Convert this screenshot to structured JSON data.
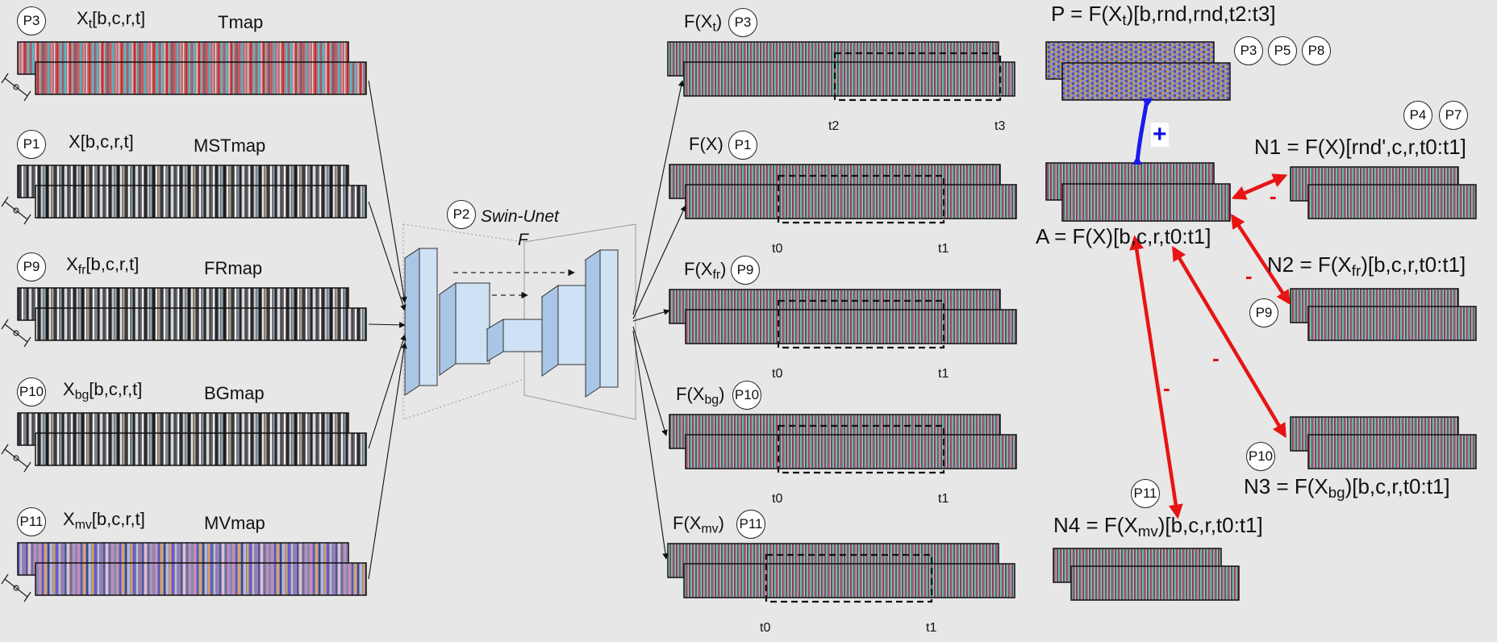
{
  "inputs": [
    {
      "badge": "P3",
      "var": "X",
      "sub": "t",
      "idx": "[b,c,r,t]",
      "map": "Tmap"
    },
    {
      "badge": "P1",
      "var": "X",
      "sub": "",
      "idx": "[b,c,r,t]",
      "map": "MSTmap"
    },
    {
      "badge": "P9",
      "var": "X",
      "sub": "fr",
      "idx": "[b,c,r,t]",
      "map": "FRmap"
    },
    {
      "badge": "P10",
      "var": "X",
      "sub": "bg",
      "idx": "[b,c,r,t]",
      "map": "BGmap"
    },
    {
      "badge": "P11",
      "var": "X",
      "sub": "mv",
      "idx": "[b,c,r,t]",
      "map": "MVmap"
    }
  ],
  "network": {
    "badge": "P2",
    "name": "Swin-Unet",
    "symbol": "F"
  },
  "outputs": [
    {
      "pre": "F(X",
      "sub": "t",
      "post": ")",
      "badge": "P3",
      "tick_start": "t2",
      "tick_end": "t3"
    },
    {
      "pre": "F(X",
      "sub": "",
      "post": ")",
      "badge": "P1",
      "tick_start": "t0",
      "tick_end": "t1"
    },
    {
      "pre": "F(X",
      "sub": "fr",
      "post": ")",
      "badge": "P9",
      "tick_start": "t0",
      "tick_end": "t1"
    },
    {
      "pre": "F(X",
      "sub": "bg",
      "post": ")",
      "badge": "P10",
      "tick_start": "t0",
      "tick_end": "t1"
    },
    {
      "pre": "F(X",
      "sub": "mv",
      "post": ")",
      "badge": "P11",
      "tick_start": "t0",
      "tick_end": "t1"
    }
  ],
  "positive": {
    "pre": "P = F(X",
    "sub": "t",
    "post": ")[b,rnd,rnd,t2:t3]",
    "badges": [
      "P3",
      "P5",
      "P8"
    ]
  },
  "anchor": {
    "pre": "A = F(X)[b,c,r,t0:t1]",
    "sub": "",
    "post": ""
  },
  "negatives": [
    {
      "pre": "N1 = F(X)[rnd',c,r,t0:t1]",
      "sub": "",
      "post": "",
      "badges": [
        "P4",
        "P7"
      ]
    },
    {
      "pre": "N2 = F(X",
      "sub": "fr",
      "post": ")[b,c,r,t0:t1]",
      "badges": []
    },
    {
      "pre": "N3 = F(X",
      "sub": "bg",
      "post": ")[b,c,r,t0:t1]",
      "badges": [
        "P10"
      ]
    },
    {
      "pre": "N4 = F(X",
      "sub": "mv",
      "post": ")[b,c,r,t0:t1]",
      "badges": [
        "P11"
      ]
    }
  ],
  "n2_badge": "P9",
  "plus_sign": "+",
  "minus_sign": "-",
  "colors": {
    "background": "#e7e7e7",
    "attract": "#1a1aee",
    "repel": "#e81414",
    "block_face": "#cfe2f5",
    "block_edge": "#333333"
  }
}
